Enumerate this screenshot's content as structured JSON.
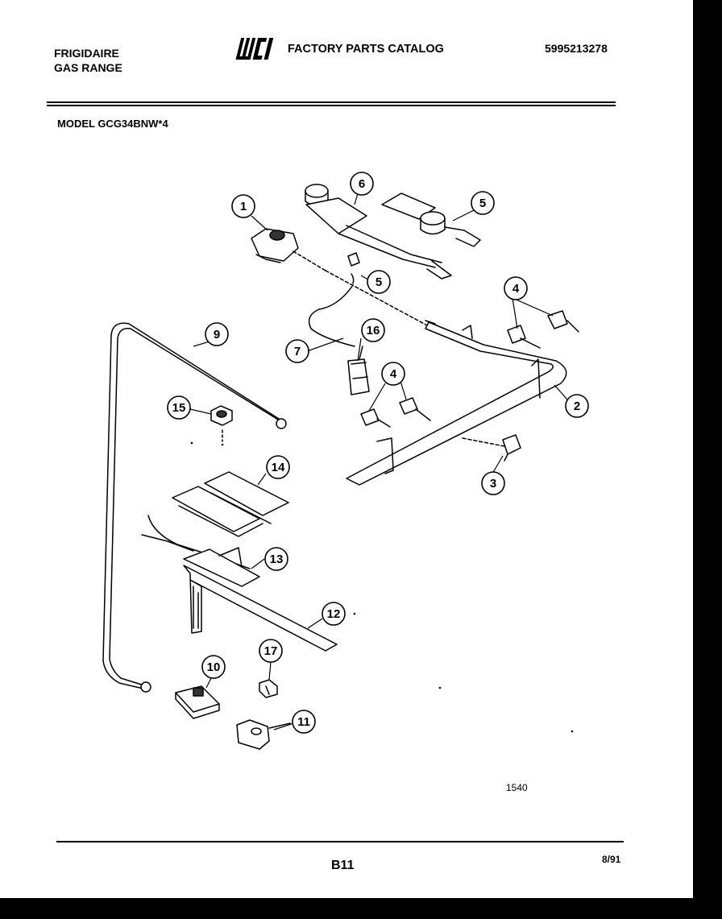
{
  "header": {
    "brand_line1": "FRIGIDAIRE",
    "brand_line2": "GAS RANGE",
    "logo_text": "WCI",
    "catalog_title": "FACTORY PARTS CATALOG",
    "catalog_number": "5995213278"
  },
  "model_line": "MODEL GCG34BNW*4",
  "diagram": {
    "callouts": [
      "1",
      "6",
      "5",
      "5",
      "4",
      "9",
      "16",
      "7",
      "4",
      "2",
      "15",
      "3",
      "14",
      "13",
      "12",
      "10",
      "17",
      "11"
    ],
    "code": "1540"
  },
  "footer": {
    "page_number": "B11",
    "date_code": "8/91"
  }
}
